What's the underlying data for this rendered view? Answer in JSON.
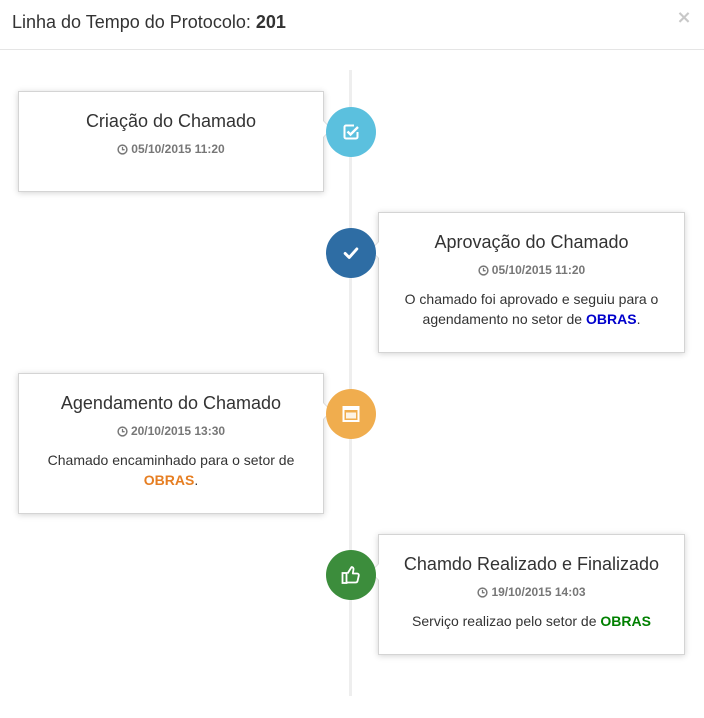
{
  "header": {
    "title_prefix": "Linha do Tempo do Protocolo: ",
    "protocol_number": "201",
    "close_label": "×"
  },
  "timeline": {
    "items": [
      {
        "title": "Criação do Chamado",
        "time": "05/10/2015 11:20",
        "side": "left",
        "badge_icon": "check-square-icon",
        "badge_color": "#5bc0de"
      },
      {
        "title": "Aprovação do Chamado",
        "time": "05/10/2015 11:20",
        "side": "right",
        "badge_icon": "check-icon",
        "badge_color": "#2e6da4",
        "body_text": "O chamado foi aprovado e seguiu para o agendamento no setor de ",
        "body_highlight": "OBRAS",
        "highlight_color": "#0000cc",
        "body_suffix": "."
      },
      {
        "title": "Agendamento do Chamado",
        "time": "20/10/2015 13:30",
        "side": "left",
        "badge_icon": "calendar-icon",
        "badge_color": "#f0ad4e",
        "body_text": "Chamado encaminhado para o setor de ",
        "body_highlight": "OBRAS",
        "highlight_color": "#e67e22",
        "body_suffix": "."
      },
      {
        "title": "Chamdo Realizado e Finalizado",
        "time": "19/10/2015 14:03",
        "side": "right",
        "badge_icon": "thumbs-up-icon",
        "badge_color": "#3c8d3c",
        "body_text": "Serviço realizao pelo setor de ",
        "body_highlight": "OBRAS",
        "highlight_color": "#008000",
        "body_suffix": ""
      }
    ]
  }
}
